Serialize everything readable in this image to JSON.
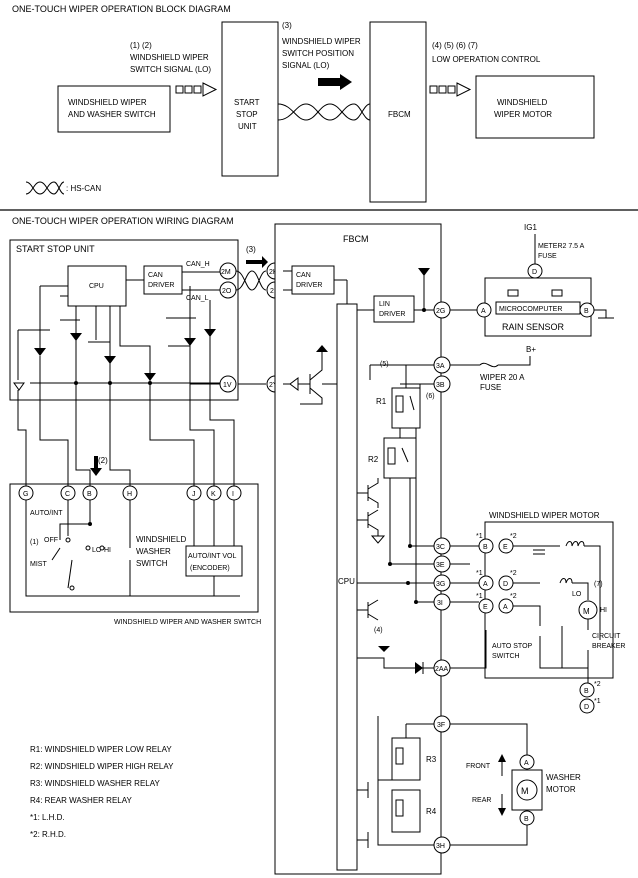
{
  "block_diagram": {
    "title": "ONE-TOUCH WIPER OPERATION BLOCK DIAGRAM",
    "signal_1": {
      "line1": "(1) (2)",
      "line2": "WINDSHIELD WIPER",
      "line3": "SWITCH SIGNAL (LO)"
    },
    "signal_3": {
      "line1": "(3)",
      "line2": "WINDSHIELD WIPER",
      "line3": "SWITCH POSITION",
      "line4": "SIGNAL (LO)"
    },
    "signal_4": {
      "line1": "(4) (5) (6) (7)",
      "line2": "LOW OPERATION CONTROL"
    },
    "switch": {
      "line1": "WINDSHIELD WIPER",
      "line2": "AND WASHER SWITCH"
    },
    "ssu": {
      "line1": "START",
      "line2": "STOP",
      "line3": "UNIT"
    },
    "fbcm": "FBCM",
    "motor": {
      "line1": "WINDSHIELD",
      "line2": "WIPER MOTOR"
    },
    "legend": ": HS-CAN"
  },
  "wiring_diagram": {
    "title": "ONE-TOUCH WIPER OPERATION WIRING DIAGRAM",
    "ssu_title": "START STOP UNIT",
    "cpu": "CPU",
    "can_driver": {
      "line1": "CAN",
      "line2": "DRIVER"
    },
    "can_h": "CAN_H",
    "can_l": "CAN_L",
    "ref_3": "(3)",
    "ref_2": "(2)",
    "ref_1": "(1)",
    "ref_4": "(4)",
    "ref_5": "(5)",
    "ref_6": "(6)",
    "ref_7": "(7)",
    "fbcm_title": "FBCM",
    "lin_driver": {
      "line1": "LIN",
      "line2": "DRIVER"
    },
    "ig1": "IG1",
    "meter_fuse": {
      "line1": "METER2 7.5 A",
      "line2": "FUSE"
    },
    "microcomputer": "MICROCOMPUTER",
    "rain_sensor": "RAIN SENSOR",
    "b_plus": "B+",
    "wiper_fuse": {
      "line1": "WIPER 20 A",
      "line2": "FUSE"
    },
    "relays": {
      "r1": "R1",
      "r2": "R2",
      "r3": "R3",
      "r4": "R4"
    },
    "switch_pins": [
      "G",
      "C",
      "B",
      "H",
      "J",
      "K",
      "I"
    ],
    "auto_int": "AUTO/INT",
    "off": "OFF",
    "lo": "LO",
    "hi": "HI",
    "mist": "MIST",
    "washer_switch": {
      "line1": "WINDSHIELD",
      "line2": "WASHER",
      "line3": "SWITCH"
    },
    "auto_int_vol": {
      "line1": "AUTO/INT VOL",
      "line2": "(ENCODER)"
    },
    "switch_caption": "WINDSHIELD WIPER AND WASHER SWITCH",
    "motor_title": "WINDSHIELD WIPER MOTOR",
    "lo_label": "LO",
    "hi_label": "HI",
    "auto_stop": {
      "line1": "AUTO STOP",
      "line2": "SWITCH"
    },
    "breaker": {
      "line1": "CIRCUIT",
      "line2": "BREAKER"
    },
    "front": "FRONT",
    "rear": "REAR",
    "washer_motor": {
      "line1": "WASHER",
      "line2": "MOTOR"
    },
    "m": "M",
    "mark1": "*1",
    "mark2": "*2",
    "legend": [
      "R1: WINDSHIELD WIPER LOW RELAY",
      "R2: WINDSHIELD WIPER HIGH RELAY",
      "R3: WINDSHIELD WASHER RELAY",
      "R4: REAR WASHER RELAY",
      "*1: L.H.D.",
      "*2: R.H.D."
    ]
  }
}
